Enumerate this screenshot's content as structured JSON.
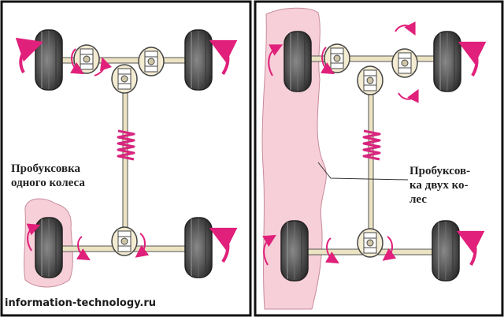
{
  "colors": {
    "pink": "#e0207a",
    "slip_fill": "#f6cfd8",
    "spring": "#d8257e",
    "tire": "#4a4a4a",
    "shaft": "#ece3c3"
  },
  "left_panel": {
    "label_lines": [
      "Пробуксовка",
      "одного колеса"
    ]
  },
  "right_panel": {
    "label_lines": [
      "Пробуксов-",
      "ка двух ко-",
      "лес"
    ]
  },
  "watermark": "information-technology.ru"
}
